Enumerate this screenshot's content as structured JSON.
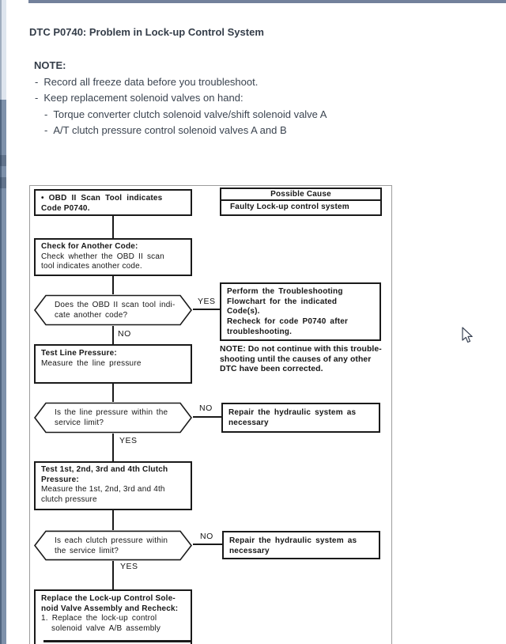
{
  "header": {
    "title": "DTC P0740: Problem in Lock-up Control System"
  },
  "note": {
    "heading": "NOTE:",
    "bullet": "-",
    "items": [
      "Record all freeze data before you troubleshoot.",
      "Keep replacement solenoid valves on hand:",
      "Torque converter clutch solenoid valve/shift solenoid valve A",
      "A/T clutch pressure control solenoid valves A and B"
    ]
  },
  "flowchart": {
    "labels": {
      "yes": "YES",
      "no": "NO"
    },
    "box_obd": {
      "line1": "• OBD II Scan Tool indicates",
      "line2": "Code P0740."
    },
    "cause_table": {
      "header": "Possible Cause",
      "value": "Faulty Lock-up control system"
    },
    "box_check": {
      "title": "Check for Another Code:",
      "line1": "Check whether the OBD II scan",
      "line2": "tool indicates another code."
    },
    "hex_code": {
      "line1": "Does the OBD II scan tool indi-",
      "line2": "cate another code?"
    },
    "box_perform": {
      "line1": "Perform the Troubleshooting",
      "line2": "Flowchart for the indicated",
      "line3": "Code(s).",
      "line4": "Recheck for code P0740 after",
      "line5": "troubleshooting."
    },
    "note_right": {
      "line1": "NOTE:  Do not continue with this trouble-",
      "line2": "shooting until the causes of any other",
      "line3": "DTC have been corrected."
    },
    "box_testline": {
      "title": "Test Line Pressure:",
      "line1": "Measure the line pressure"
    },
    "hex_linepressure": {
      "line1": "Is the line pressure within the",
      "line2": "service limit?"
    },
    "box_repair1": {
      "line1": "Repair the hydraulic system as",
      "line2": "necessary"
    },
    "box_testclutch": {
      "title1": "Test 1st, 2nd, 3rd and 4th Clutch",
      "title2": "Pressure:",
      "line1": "Measure the 1st, 2nd, 3rd and 4th",
      "line2": "clutch pressure"
    },
    "hex_clutchpressure": {
      "line1": "Is each clutch pressure within",
      "line2": "the service limit?"
    },
    "box_repair2": {
      "line1": "Repair the hydraulic system as",
      "line2": "necessary"
    },
    "box_replace": {
      "title1": "Replace the Lock-up Control Sole-",
      "title2": "noid Valve Assembly and Recheck:",
      "line1": "1.  Replace the lock-up control",
      "line2": "solenoid valve A/B assembly"
    }
  },
  "colors": {
    "top_bar": "#73819b",
    "scroll_track": "#7e91aa",
    "scroll_thumb": "#dee5ee",
    "body_text": "#3b4450",
    "flow_ink": "#1a1a1a",
    "frame_gray": "#9c9c9c"
  }
}
